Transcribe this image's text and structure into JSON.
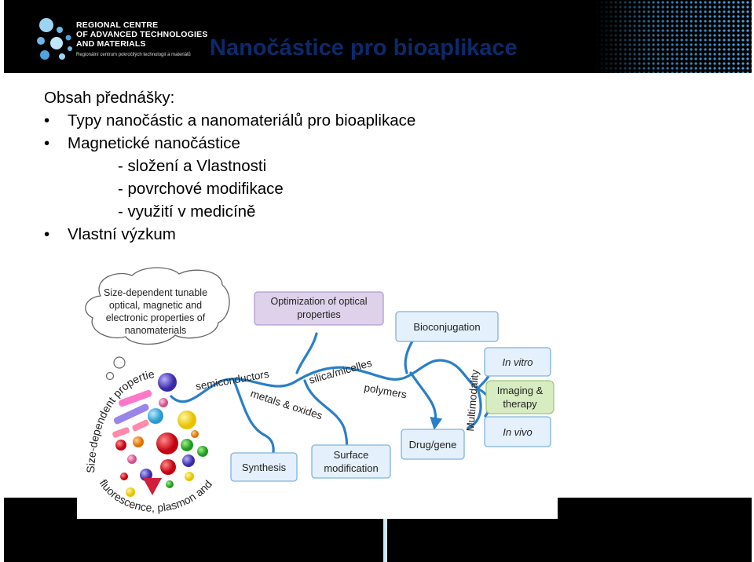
{
  "header": {
    "org_line1": "REGIONAL CENTRE",
    "org_line2": "OF ADVANCED TECHNOLOGIES",
    "org_line3": "AND MATERIALS",
    "org_sub": "Regionální centrum pokročilých technologií a materiálů",
    "title": "Nanočástice pro bioaplikace"
  },
  "content": {
    "heading": "Obsah přednášky:",
    "bullet1": "Typy nanočástic a nanomateriálů pro bioaplikace",
    "bullet2": "Magnetické nanočástice",
    "sub1": "- složení a Vlastnosti",
    "sub2": "- povrchové modifikace",
    "sub3": "- využití v medicíně",
    "bullet3": "Vlastní výzkum",
    "bullet_symbol": "•"
  },
  "figure": {
    "cloud_text": [
      "Size-dependent tunable",
      "optical, magnetic and",
      "electronic properties  of",
      "nanomaterials"
    ],
    "box_optimization": [
      "Optimization of optical",
      "properties"
    ],
    "box_bioconjugation": "Bioconjugation",
    "box_invitro": "In vitro",
    "box_imaging": [
      "Imaging &",
      "therapy"
    ],
    "box_invivo": "In vivo",
    "box_synthesis": "Synthesis",
    "box_surface": [
      "Surface",
      "modification"
    ],
    "box_drug": "Drug/gene",
    "arc_top": "Size-dependent properties",
    "arc_bottom": "fluorescence, plasmon and magnetism",
    "label_semiconductors": "semiconductors",
    "label_metals": "metals & oxides",
    "label_silica": "silica/micelles",
    "label_polymers": "polymers",
    "label_multimodality": "Multimodality"
  },
  "colors": {
    "title": "#0b2a6b",
    "river": "#2a7fc8",
    "box_blue": "#e4f0fb",
    "box_purple": "#ddd2ea",
    "box_green": "#d8ecc2"
  }
}
